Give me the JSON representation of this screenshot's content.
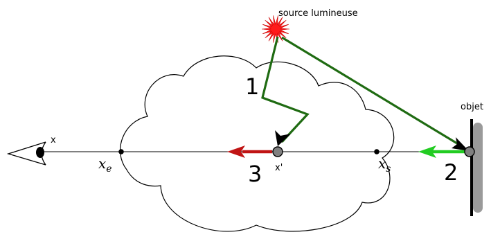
{
  "labels": {
    "light_source": "source lumineuse",
    "object": "objet",
    "eye_point": "x",
    "scatter_point": "x'",
    "entry_point": "x",
    "entry_subscript": "e",
    "exit_point": "x",
    "exit_subscript": "s",
    "step_1": "1",
    "step_2": "2",
    "step_3": "3"
  },
  "colors": {
    "light_source": "#ff1a1a",
    "path_dark_green": "#1f6b12",
    "path_light_green": "#22cc22",
    "path_red": "#c01414",
    "line": "#000000",
    "point_fill": "#808080",
    "object_fill": "#9a9a9a"
  },
  "icons": {
    "eye": "eye-icon",
    "light": "starburst-icon"
  }
}
